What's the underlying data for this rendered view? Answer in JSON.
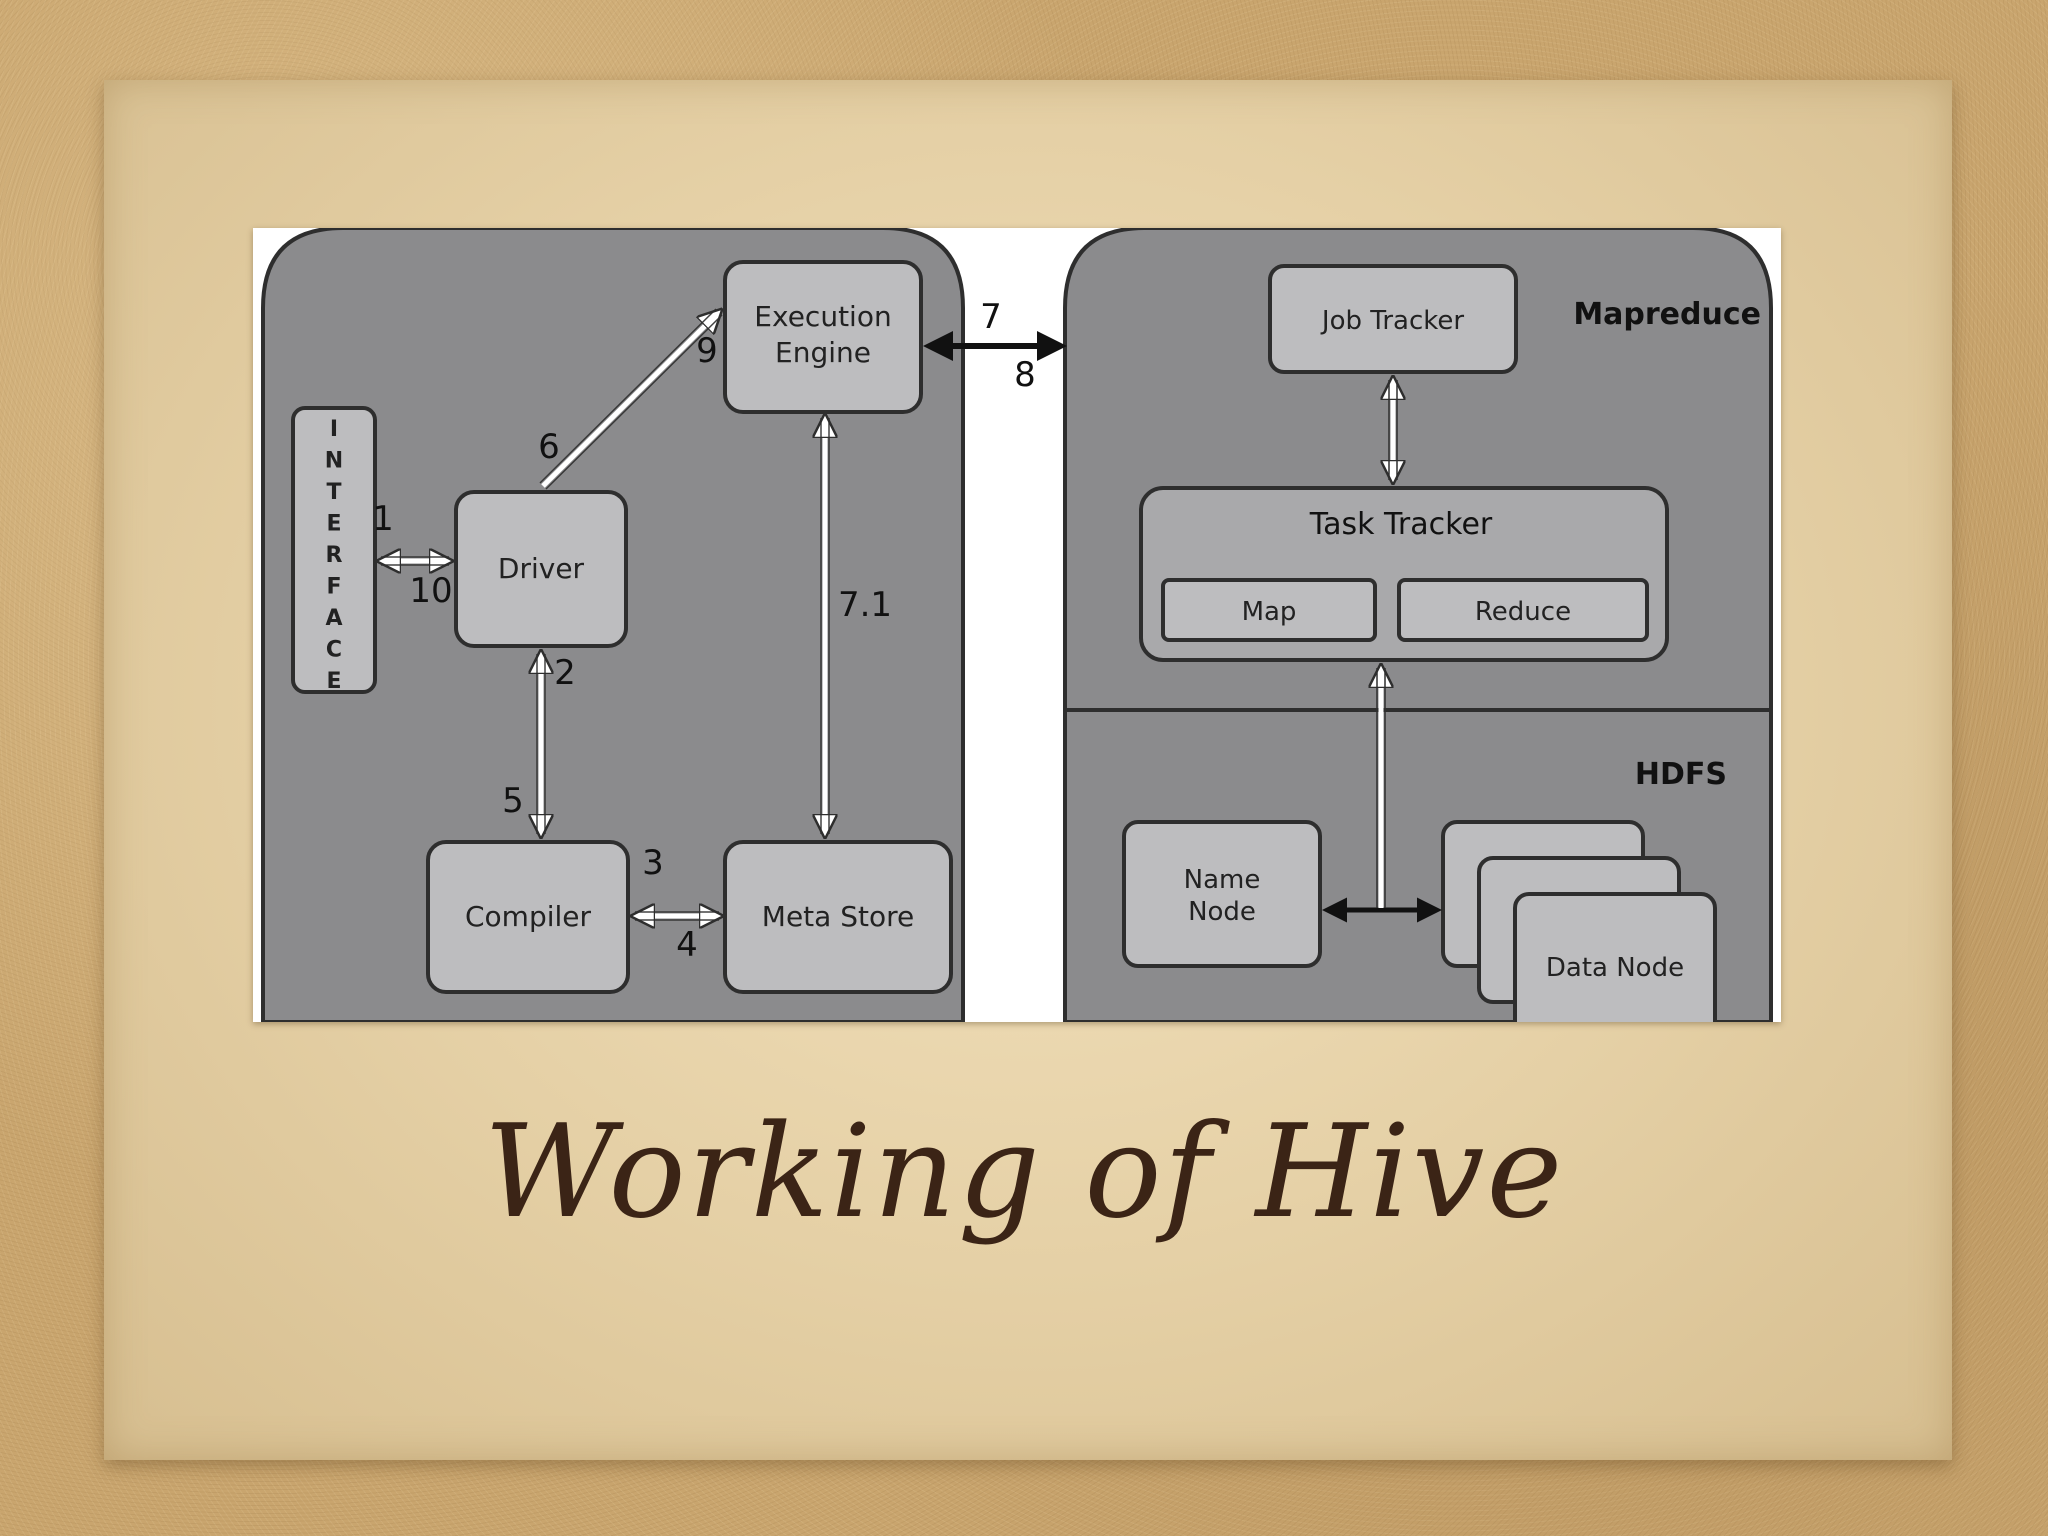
{
  "slide": {
    "title": "Working of Hive"
  },
  "diagram": {
    "interface_label": [
      "I",
      "N",
      "T",
      "E",
      "R",
      "F",
      "A",
      "C",
      "E"
    ],
    "components": {
      "execution_engine": [
        "Execution",
        "Engine"
      ],
      "driver": "Driver",
      "compiler": "Compiler",
      "meta_store": "Meta Store",
      "job_tracker": "Job Tracker",
      "task_tracker": "Task Tracker",
      "map": "Map",
      "reduce": "Reduce",
      "name_node": [
        "Name",
        "Node"
      ],
      "data_node": "Data Node"
    },
    "sections": {
      "mapreduce": "Mapreduce",
      "hdfs": "HDFS"
    },
    "step_labels": {
      "s1": "1",
      "s10": "10",
      "s2": "2",
      "s5": "5",
      "s3": "3",
      "s4": "4",
      "s6": "6",
      "s9": "9",
      "s7": "7",
      "s8": "8",
      "s7_1": "7.1"
    },
    "colors": {
      "panel": "#8b8b8d",
      "box": "#bdbdbf",
      "outline": "#2e2e2e",
      "arrow": "#ffffff"
    }
  }
}
